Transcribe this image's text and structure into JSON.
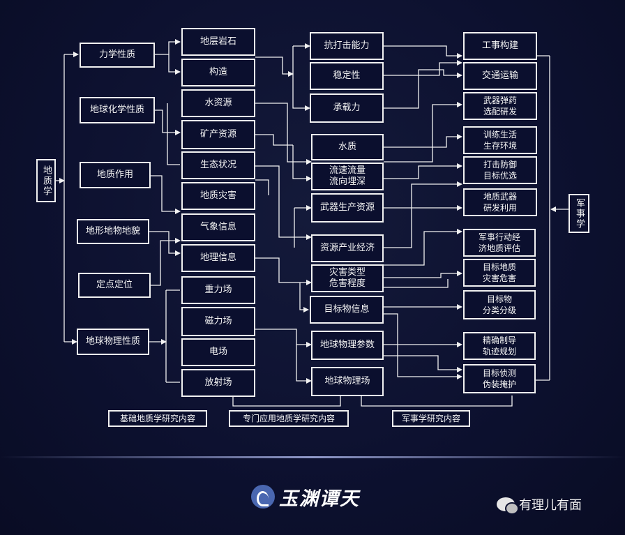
{
  "diagram": {
    "root_left": "地质学",
    "root_right": "军事学",
    "nodes": {
      "mechanical": "力学性质",
      "geochemical": "地球化学性质",
      "geo_process": "地质作用",
      "landform": "地形地物地貌",
      "positioning": "定点定位",
      "geophysical": "地球物理性质",
      "rock": "地层岩石",
      "structure": "构造",
      "water": "水资源",
      "mineral": "矿产资源",
      "ecology": "生态状况",
      "disaster": "地质灾害",
      "weather": "气象信息",
      "geo_info": "地理信息",
      "gravity": "重力场",
      "magnetic": "磁力场",
      "electric": "电场",
      "radiation": "放射场",
      "anti_strike": "抗打击能力",
      "stability": "稳定性",
      "bearing": "承载力",
      "water_quality": "水质",
      "flow": "流速流量\n流向埋深",
      "weapon_resource": "武器生产资源",
      "resource_econ": "资源产业经济",
      "disaster_type": "灾害类型\n危害程度",
      "target_info": "目标物信息",
      "geophys_param": "地球物理参数",
      "geophys_field": "地球物理场",
      "engineering": "工事构建",
      "transport": "交通运输",
      "weapon_ammo": "武器弹药\n选配研发",
      "training": "训练生活\n生存环境",
      "strike": "打击防御\n目标优选",
      "geo_weapon": "地质武器\n研发利用",
      "mil_econ": "军事行动经\n济地质评估",
      "target_hazard": "目标地质\n灾害危害",
      "target_class": "目标物\n分类分级",
      "guidance": "精确制导\n轨迹规划",
      "detect": "目标侦测\n伪装掩护"
    },
    "footer": {
      "basic": "基础地质学研究内容",
      "applied": "专门应用地质学研究内容",
      "military": "军事学研究内容"
    }
  },
  "branding": {
    "logo_text": "玉渊谭天",
    "logo_icon": "jade-pool-logo-icon",
    "wechat_text": "有理儿有面",
    "wechat_icon": "wechat-icon"
  },
  "colors": {
    "background": "#0d1130",
    "line": "#f1f1f1",
    "text": "#f4f4f4"
  }
}
